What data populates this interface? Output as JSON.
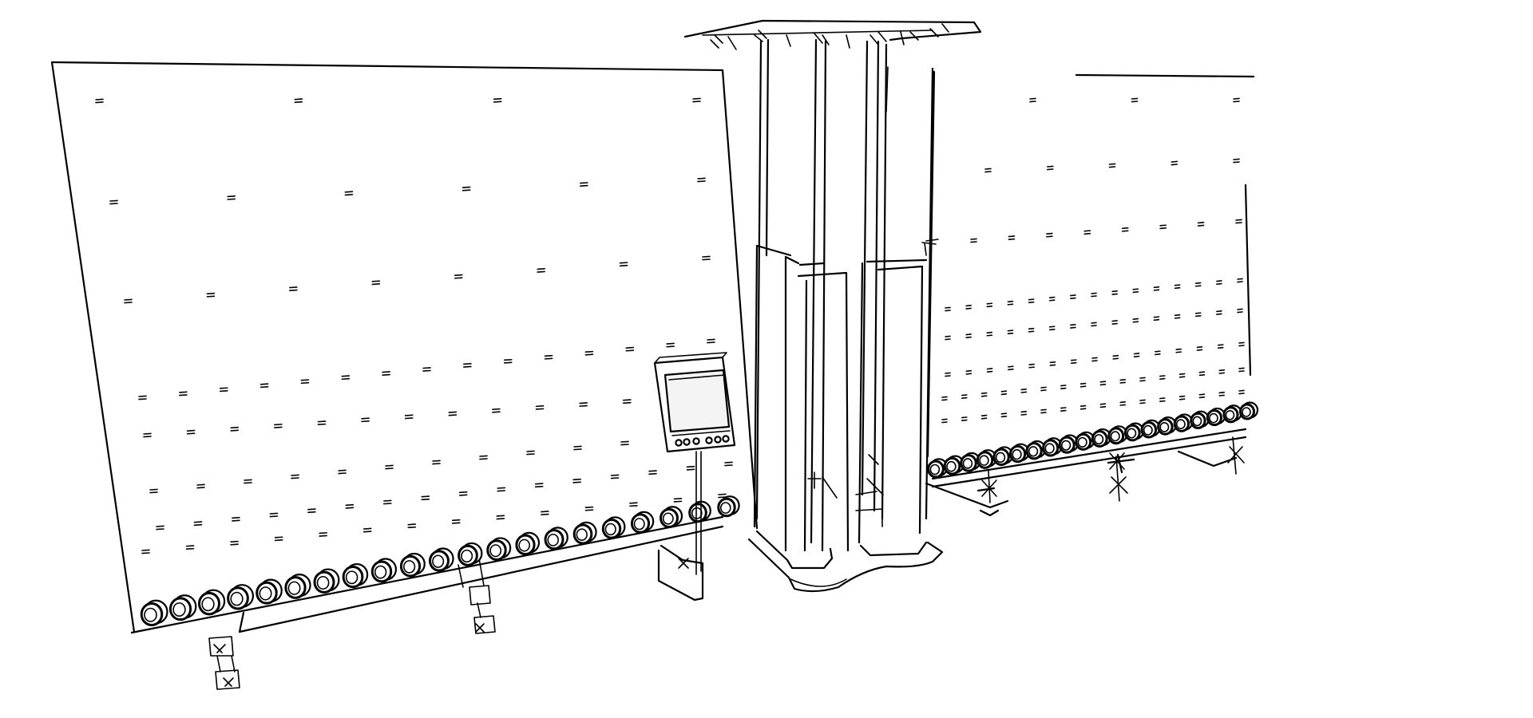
{
  "drawing": {
    "style": "black-line-sketch",
    "background_color": "#ffffff",
    "ink_color": "#000000"
  },
  "machine": {
    "left_conveyor": {
      "roller_count": 21
    },
    "right_conveyor": {
      "roller_count": 20
    },
    "control_panel": {
      "button_count": 6
    }
  }
}
